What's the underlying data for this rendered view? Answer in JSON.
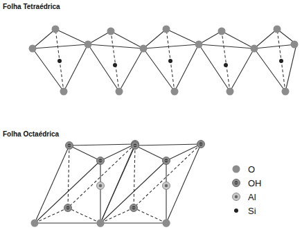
{
  "diagram": {
    "labels": [
      "Folha Tetraédrica",
      "Folha Octaédrica"
    ],
    "legend": [
      {
        "text": "O",
        "color": "#8c8c8c"
      },
      {
        "text": "OH"
      },
      {
        "text": "Al"
      },
      {
        "text": "Si",
        "color": "#222222"
      }
    ]
  }
}
